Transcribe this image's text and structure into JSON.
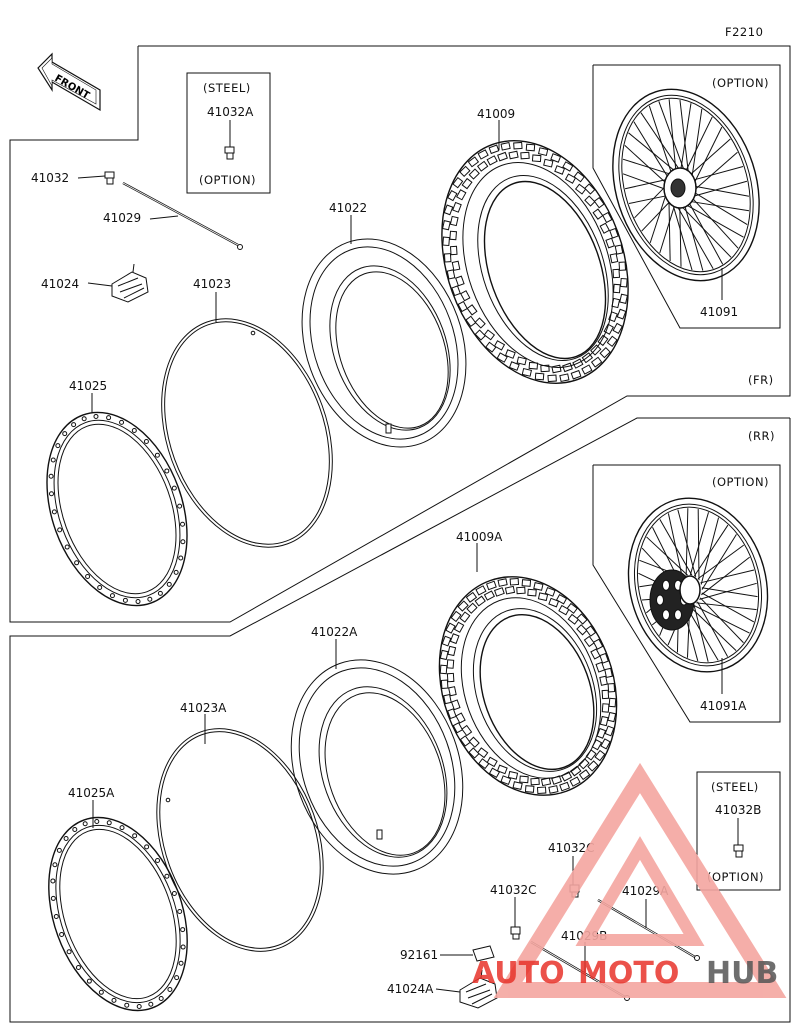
{
  "figure_code": "F2210",
  "front_marker": "FRONT",
  "sections": {
    "front": "(FR)",
    "rear": "(RR)"
  },
  "option_boxes": {
    "front_wheel": "(OPTION)",
    "rear_wheel": "(OPTION)",
    "steel_front": {
      "title": "(STEEL)",
      "part": "41032A",
      "note": "(OPTION)"
    },
    "steel_rear": {
      "title": "(STEEL)",
      "part": "41032B",
      "note": "(OPTION)"
    }
  },
  "parts_front": {
    "p41032": "41032",
    "p41029": "41029",
    "p41024": "41024",
    "p41023": "41023",
    "p41025": "41025",
    "p41022": "41022",
    "p41009": "41009",
    "p41091": "41091"
  },
  "parts_rear": {
    "p41009A": "41009A",
    "p41091A": "41091A",
    "p41022A": "41022A",
    "p41023A": "41023A",
    "p41025A": "41025A",
    "p41032C_top": "41032C",
    "p41032C_bottom": "41032C",
    "p41029A": "41029A",
    "p41029B": "41029B",
    "p92161": "92161",
    "p41024A": "41024A"
  },
  "watermark": {
    "part1": "AUTO",
    "part2": "MOTO",
    "part3": "HUB"
  },
  "colors": {
    "line": "#111111",
    "watermark_red": "#e8332b",
    "watermark_pink": "#f4a6a0"
  }
}
